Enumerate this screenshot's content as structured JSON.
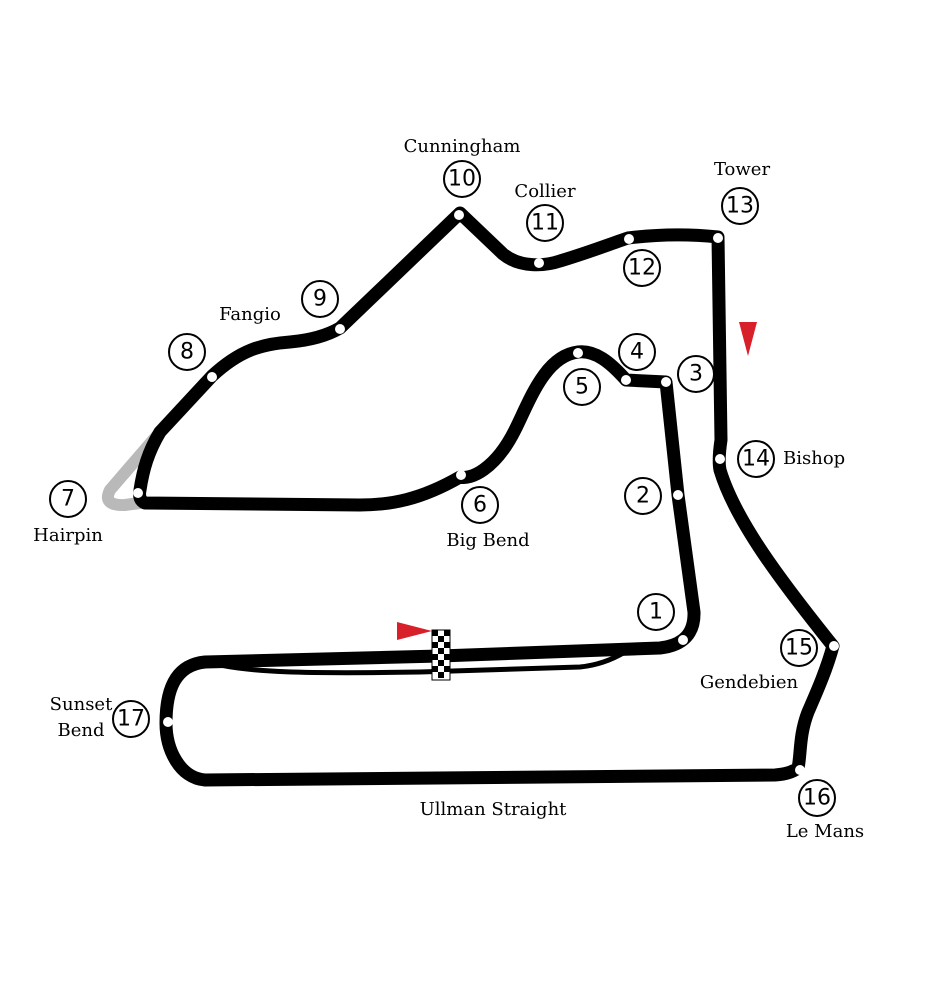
{
  "map": {
    "colors": {
      "track": "#000000",
      "alternate_track": "#b9b9b9",
      "turn_marker": "#ffffff",
      "direction_flag": "#d8202a",
      "checkered_flag": "#000000"
    },
    "turns": [
      {
        "number": "1"
      },
      {
        "number": "2"
      },
      {
        "number": "3"
      },
      {
        "number": "4"
      },
      {
        "number": "5"
      },
      {
        "number": "6"
      },
      {
        "number": "7"
      },
      {
        "number": "8"
      },
      {
        "number": "9"
      },
      {
        "number": "10"
      },
      {
        "number": "11"
      },
      {
        "number": "12"
      },
      {
        "number": "13"
      },
      {
        "number": "14"
      },
      {
        "number": "15"
      },
      {
        "number": "16"
      },
      {
        "number": "17"
      }
    ],
    "corner_names": {
      "hairpin": "Hairpin",
      "fangio": "Fangio",
      "cunningham": "Cunningham",
      "collier": "Collier",
      "tower": "Tower",
      "bishop": "Bishop",
      "big_bend": "Big Bend",
      "gendebien": "Gendebien",
      "le_mans": "Le Mans",
      "sunset_bend_line1": "Sunset",
      "sunset_bend_line2": "Bend",
      "ullman_straight": "Ullman Straight"
    }
  }
}
